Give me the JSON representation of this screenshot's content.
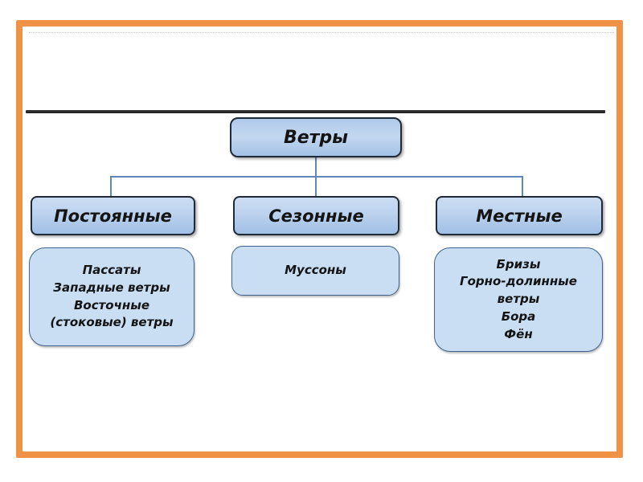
{
  "colors": {
    "frame-orange": "#EF9245",
    "divider-dark": "#262626",
    "node-border": "#1E2A38",
    "connector-blue": "#5F87B8",
    "leaf-fill": "#C9DEF3",
    "leaf-border": "#3F618C",
    "text-dark": "#141414"
  },
  "diagram": {
    "root": {
      "label": "Ветры"
    },
    "branches": [
      {
        "title": "Постоянные",
        "items": [
          "Пассаты",
          "Западные ветры",
          "Восточные",
          "(стоковые) ветры"
        ]
      },
      {
        "title": "Сезонные",
        "items": [
          "Муссоны"
        ]
      },
      {
        "title": "Местные",
        "items": [
          "Бризы",
          "Горно-долинные",
          "ветры",
          "Бора",
          "Фён"
        ]
      }
    ]
  }
}
